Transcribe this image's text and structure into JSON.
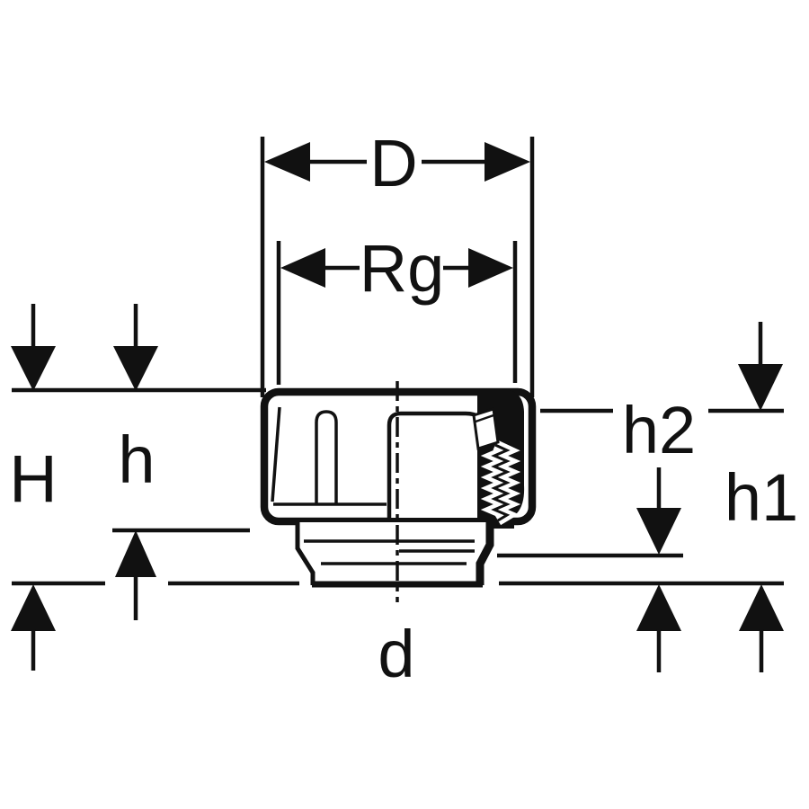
{
  "diagram": {
    "type": "technical-dimension-drawing",
    "subject": "Threaded pipe fitting adaptor, half-section view with dimension annotations",
    "background_color": "#ffffff",
    "line_color": "#111111",
    "labels": {
      "D": "D",
      "Rg": "Rg",
      "H": "H",
      "h": "h",
      "h2": "h2",
      "h1": "h1",
      "d": "d"
    }
  }
}
